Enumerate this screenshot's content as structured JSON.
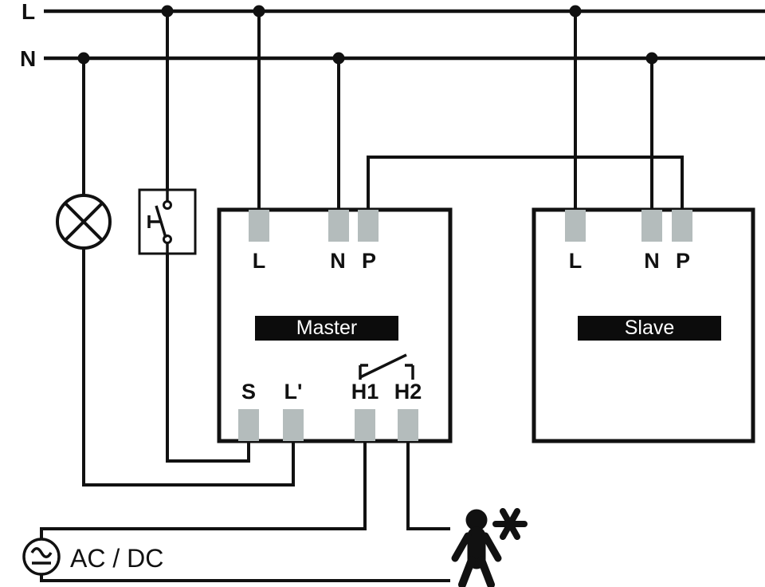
{
  "bus": {
    "line_label": "L",
    "neutral_label": "N"
  },
  "master": {
    "label": "Master",
    "top_terminals": [
      "L",
      "N",
      "P"
    ],
    "bottom_terminals": [
      "S",
      "L'",
      "H1",
      "H2"
    ]
  },
  "slave": {
    "label": "Slave",
    "top_terminals": [
      "L",
      "N",
      "P"
    ]
  },
  "power_source": {
    "label": "AC / DC"
  },
  "icons": {
    "lamp": "lamp-icon",
    "pushbutton": "pushbutton-icon",
    "relay_contact": "relay-contact-icon",
    "ac_dc_source": "ac-dc-source-icon",
    "person_motion": "person-motion-icon"
  },
  "colors": {
    "wire": "#111111",
    "terminal_fill": "#b4bcbc",
    "label_bg": "#0c0c0c",
    "label_text": "#ffffff",
    "background": "#ffffff"
  }
}
